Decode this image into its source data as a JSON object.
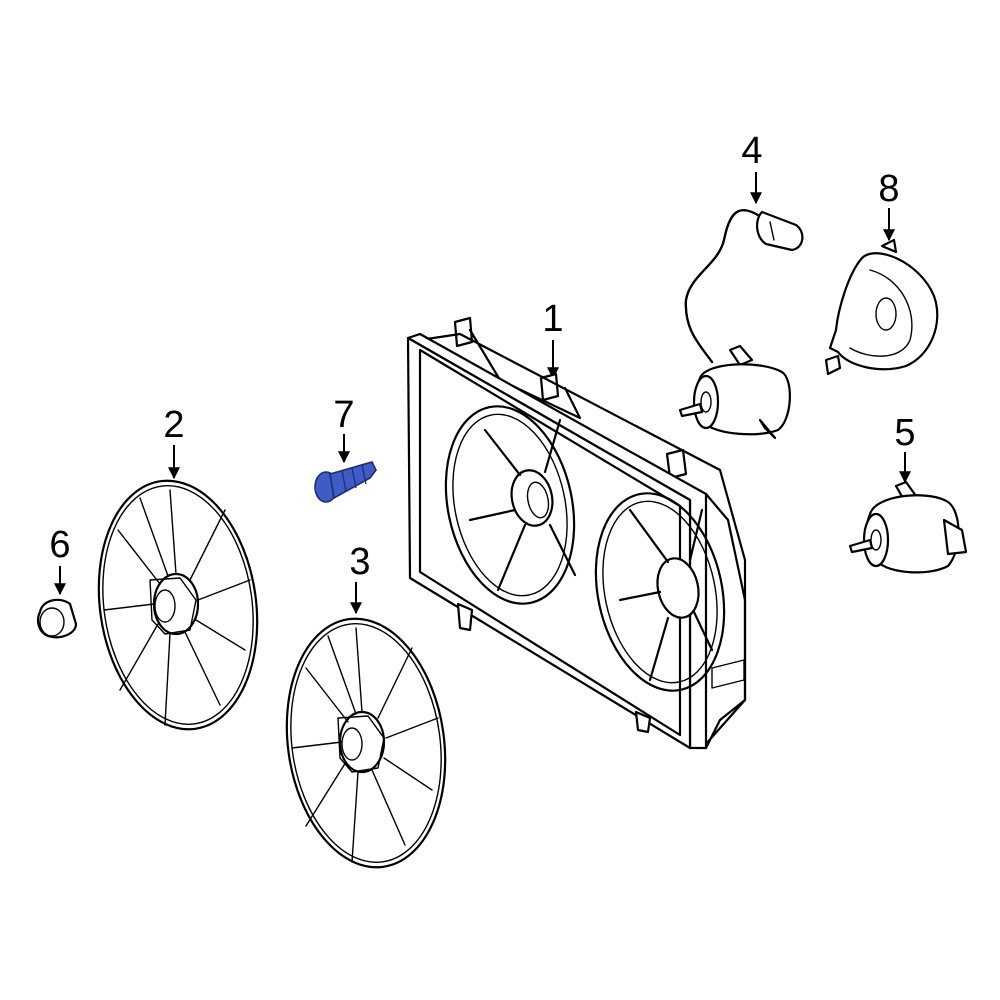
{
  "callouts": [
    {
      "id": "1",
      "label": "1"
    },
    {
      "id": "2",
      "label": "2"
    },
    {
      "id": "3",
      "label": "3"
    },
    {
      "id": "4",
      "label": "4"
    },
    {
      "id": "5",
      "label": "5"
    },
    {
      "id": "6",
      "label": "6"
    },
    {
      "id": "7",
      "label": "7"
    },
    {
      "id": "8",
      "label": "8"
    }
  ],
  "colors": {
    "line": "#000000",
    "background": "#ffffff",
    "highlight_part": "#3f5bc4",
    "highlight_outline": "#1c2d7a"
  },
  "highlighted_part": "7"
}
